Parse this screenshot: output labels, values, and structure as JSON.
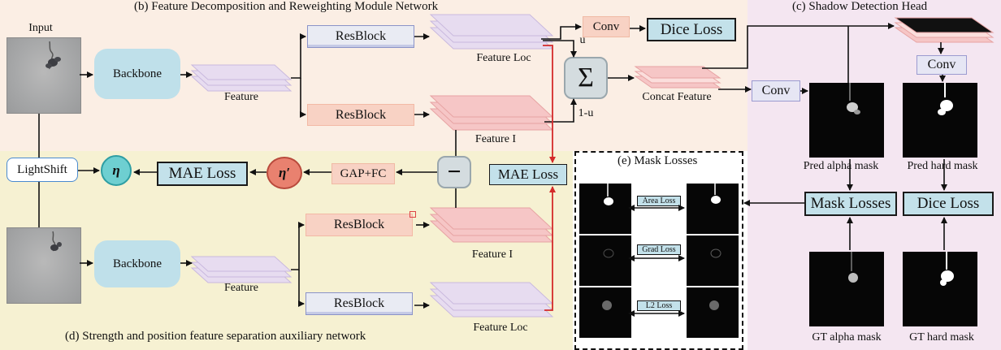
{
  "titles": {
    "b": "(b) Feature Decomposition and Reweighting Module Network",
    "c": "(c) Shadow Detection Head",
    "d": "(d) Strength and position feature separation auxiliary network",
    "e": "(e) Mask Losses"
  },
  "top": {
    "input_label": "Input",
    "backbone": "Backbone",
    "feature": "Feature",
    "resblock_upper": "ResBlock",
    "resblock_lower": "ResBlock",
    "feature_loc": "Feature Loc",
    "feature_i": "Feature I",
    "conv": "Conv",
    "dice_loss": "Dice Loss",
    "u": "u",
    "one_minus_u": "1-u",
    "sum_symbol": "Σ",
    "concat_feature": "Concat Feature",
    "conv_right": "Conv"
  },
  "middle": {
    "lightshift": "LightShift",
    "eta": "η",
    "eta_prime": "η′",
    "mae_loss_left": "MAE Loss",
    "gap_fc": "GAP+FC",
    "minus_symbol": "−",
    "mae_loss_right": "MAE Loss"
  },
  "bottom": {
    "backbone": "Backbone",
    "feature": "Feature",
    "resblock_upper": "ResBlock",
    "resblock_lower": "ResBlock",
    "feature_i": "Feature I",
    "feature_loc": "Feature Loc"
  },
  "head": {
    "conv_top": "Conv",
    "pred_alpha": "Pred alpha mask",
    "pred_hard": "Pred hard mask",
    "mask_losses": "Mask Losses",
    "dice_loss": "Dice Loss",
    "gt_alpha": "GT alpha mask",
    "gt_hard": "GT hard mask"
  },
  "mask_losses_panel": {
    "area_loss": "Area Loss",
    "grad_loss": "Grad Loss",
    "l2_loss": "L2 Loss"
  },
  "colors": {
    "feature_lavender": "#e7dcf0",
    "feature_pink": "#f6c6c6",
    "teal_box": "#c3e1ea",
    "eta_teal": "#6ecfd1",
    "eta_prime_red": "#e9816f",
    "red_arrow": "#d42a2a"
  }
}
